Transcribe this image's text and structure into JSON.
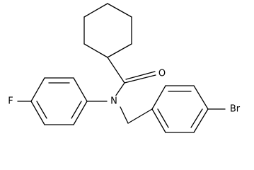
{
  "molecule": {
    "atom_labels": {
      "oxygen": "O",
      "nitrogen": "N",
      "fluorine": "F",
      "bromine": "Br"
    },
    "colors": {
      "bond": "#000000",
      "label": "#000000",
      "background": "#ffffff"
    }
  }
}
